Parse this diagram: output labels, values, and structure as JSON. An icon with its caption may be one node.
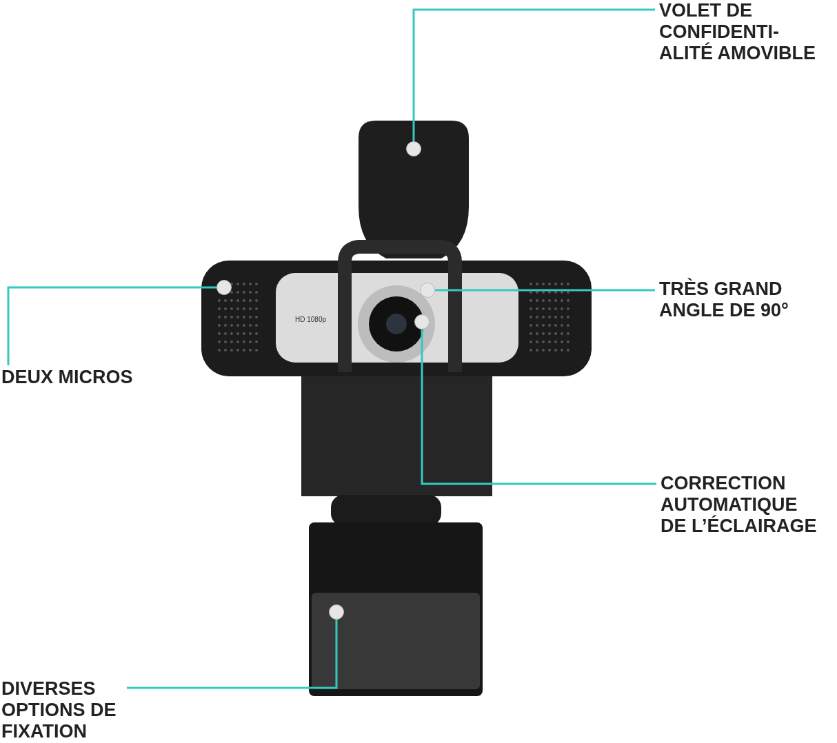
{
  "diagram": {
    "nodes": [
      {
        "text": [
          "VOLET DE CONFIDENTI- ALITÉ AMOVIBLE"
        ]
      },
      {
        "text": [],
        "shape": "circle"
      },
      {
        "text": [
          "DEUX MICROS"
        ]
      },
      {
        "text": [],
        "shape": "circle"
      },
      {
        "text": [
          "TRÈS GRAND ANGLE DE 90°"
        ]
      },
      {
        "text": [],
        "shape": "circle"
      },
      {
        "text": [
          "CORRECTION AUTOMATIQUE DE L’ÉCLAIRAGE"
        ]
      },
      {
        "text": [],
        "shape": "circle"
      },
      {
        "text": [
          "DIVERSES OPTIONS DE FIXATION"
        ]
      },
      {
        "text": [],
        "shape": "circle"
      }
    ],
    "edges": [
      {
        "from": 0,
        "to": 1,
        "arrow": "none"
      },
      {
        "from": 2,
        "to": 3,
        "arrow": "none"
      },
      {
        "from": 4,
        "to": 5,
        "arrow": "none"
      },
      {
        "from": 6,
        "to": 7,
        "arrow": "none"
      },
      {
        "from": 8,
        "to": 9,
        "arrow": "none"
      }
    ],
    "labels": [
      "HD 1080p"
    ]
  }
}
